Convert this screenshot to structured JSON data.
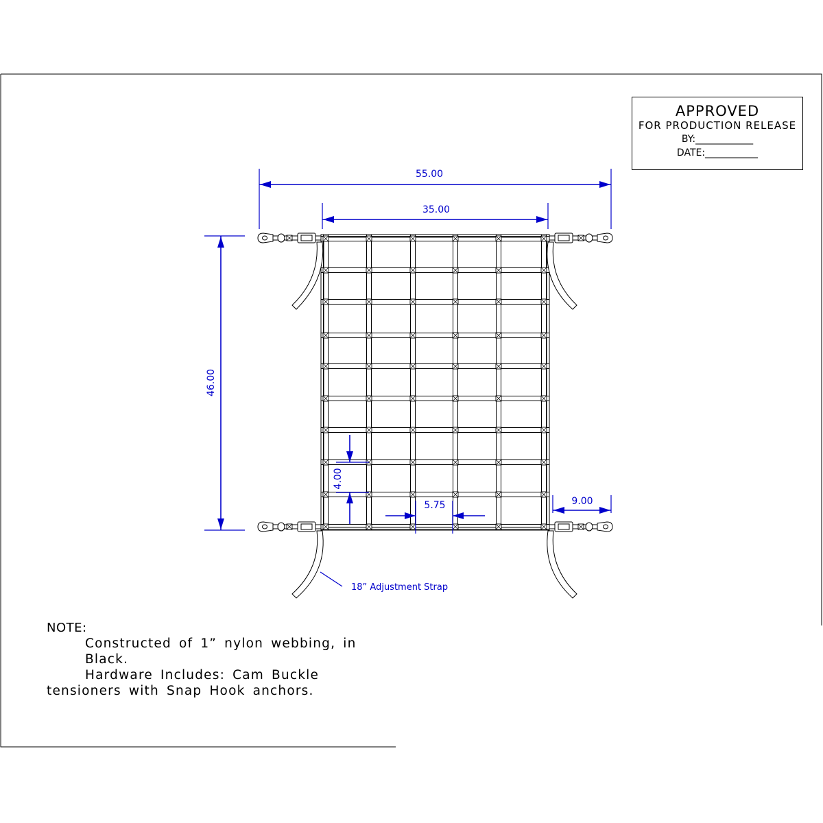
{
  "approval": {
    "title": "APPROVED",
    "subtitle": "FOR PRODUCTION RELEASE",
    "by_line": "BY:____________",
    "date_line": "DATE:___________"
  },
  "dimensions": {
    "overall_width": "55.00",
    "net_width": "35.00",
    "height": "46.00",
    "cell_height": "4.00",
    "cell_width": "5.75",
    "strap_offset": "9.00"
  },
  "callouts": {
    "strap_label": "18” Adjustment Strap"
  },
  "notes": {
    "heading": "NOTE:",
    "line1": "Constructed of 1” nylon webbing, in",
    "line2": "Black.",
    "line3": "Hardware Includes: Cam Buckle",
    "line4": "tensioners with Snap Hook anchors."
  },
  "colors": {
    "dimension": "#0000cc",
    "linework": "#000000"
  },
  "icons": {
    "hook": "snap-hook-icon",
    "buckle": "cam-buckle-icon"
  }
}
